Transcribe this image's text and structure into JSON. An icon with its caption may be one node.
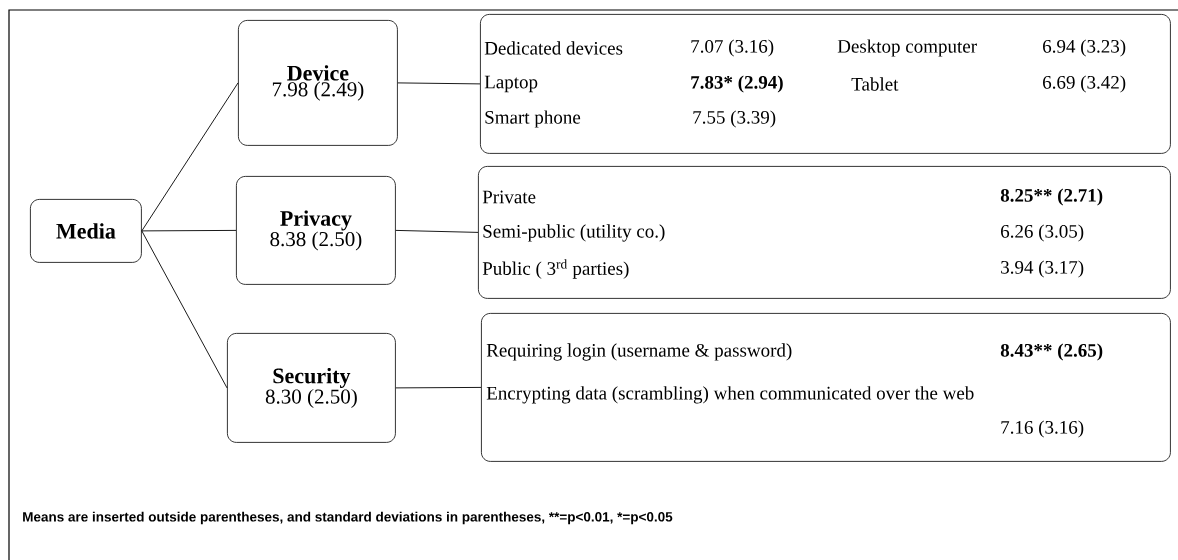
{
  "diagram": {
    "nodes": [
      {
        "text": [
          "Media"
        ]
      },
      {
        "text": [
          "Device",
          "7.98 (2.49)"
        ]
      },
      {
        "text": [
          "Privacy",
          "8.38 (2.50)"
        ]
      },
      {
        "text": [
          "Security",
          "8.30 (2.50)"
        ]
      },
      {
        "text": [
          "Dedicated devices",
          "7.07 (3.16)",
          "Desktop computer",
          "6.94 (3.23)",
          "Laptop",
          "7.83* (2.94)",
          "Tablet",
          "6.69 (3.42)",
          "Smart phone",
          "7.55 (3.39)"
        ]
      },
      {
        "text": [
          "Private",
          "8.25** (2.71)",
          "Semi-public (utility co.)",
          "6.26 (3.05)",
          "Public ( 3$^{rd}$ parties)",
          "3.94 (3.17)"
        ]
      },
      {
        "text": [
          "Requiring login (username & password)",
          "8.43** (2.65)",
          "Encrypting data (scrambling) when communicated over the web",
          "7.16 (3.16)"
        ]
      }
    ],
    "edges": [
      {
        "from": 0,
        "to": 1,
        "arrow": "none"
      },
      {
        "from": 0,
        "to": 2,
        "arrow": "none"
      },
      {
        "from": 0,
        "to": 3,
        "arrow": "none"
      },
      {
        "from": 1,
        "to": 4,
        "arrow": "none"
      },
      {
        "from": 2,
        "to": 5,
        "arrow": "none"
      },
      {
        "from": 3,
        "to": 6,
        "arrow": "none"
      }
    ],
    "labels": [
      "Means are inserted outside parentheses, and standard deviations in parentheses, **=p<0.01, *=p<0.05"
    ]
  }
}
